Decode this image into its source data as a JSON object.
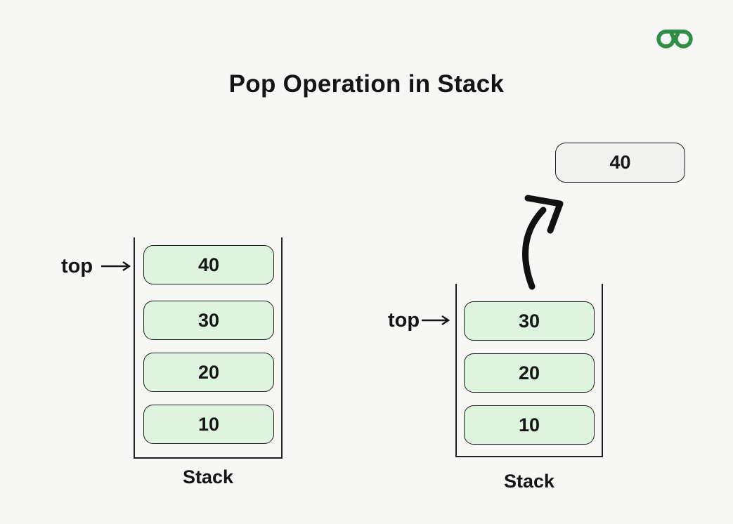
{
  "title": "Pop Operation in Stack",
  "logo": {
    "name": "geeksforgeeks",
    "color": "#2f8d46"
  },
  "colors": {
    "background": "#f7f7f5",
    "item_fill": "#ddf4de",
    "popped_fill": "#f1f1ef",
    "outline": "#1f1f1f",
    "text": "#141414",
    "logo_green": "#2f8d46"
  },
  "left_stack": {
    "top_label": "top",
    "items": [
      "40",
      "30",
      "20",
      "10"
    ],
    "caption": "Stack"
  },
  "right_stack": {
    "top_label": "top",
    "items": [
      "30",
      "20",
      "10"
    ],
    "caption": "Stack"
  },
  "popped": {
    "value": "40"
  }
}
